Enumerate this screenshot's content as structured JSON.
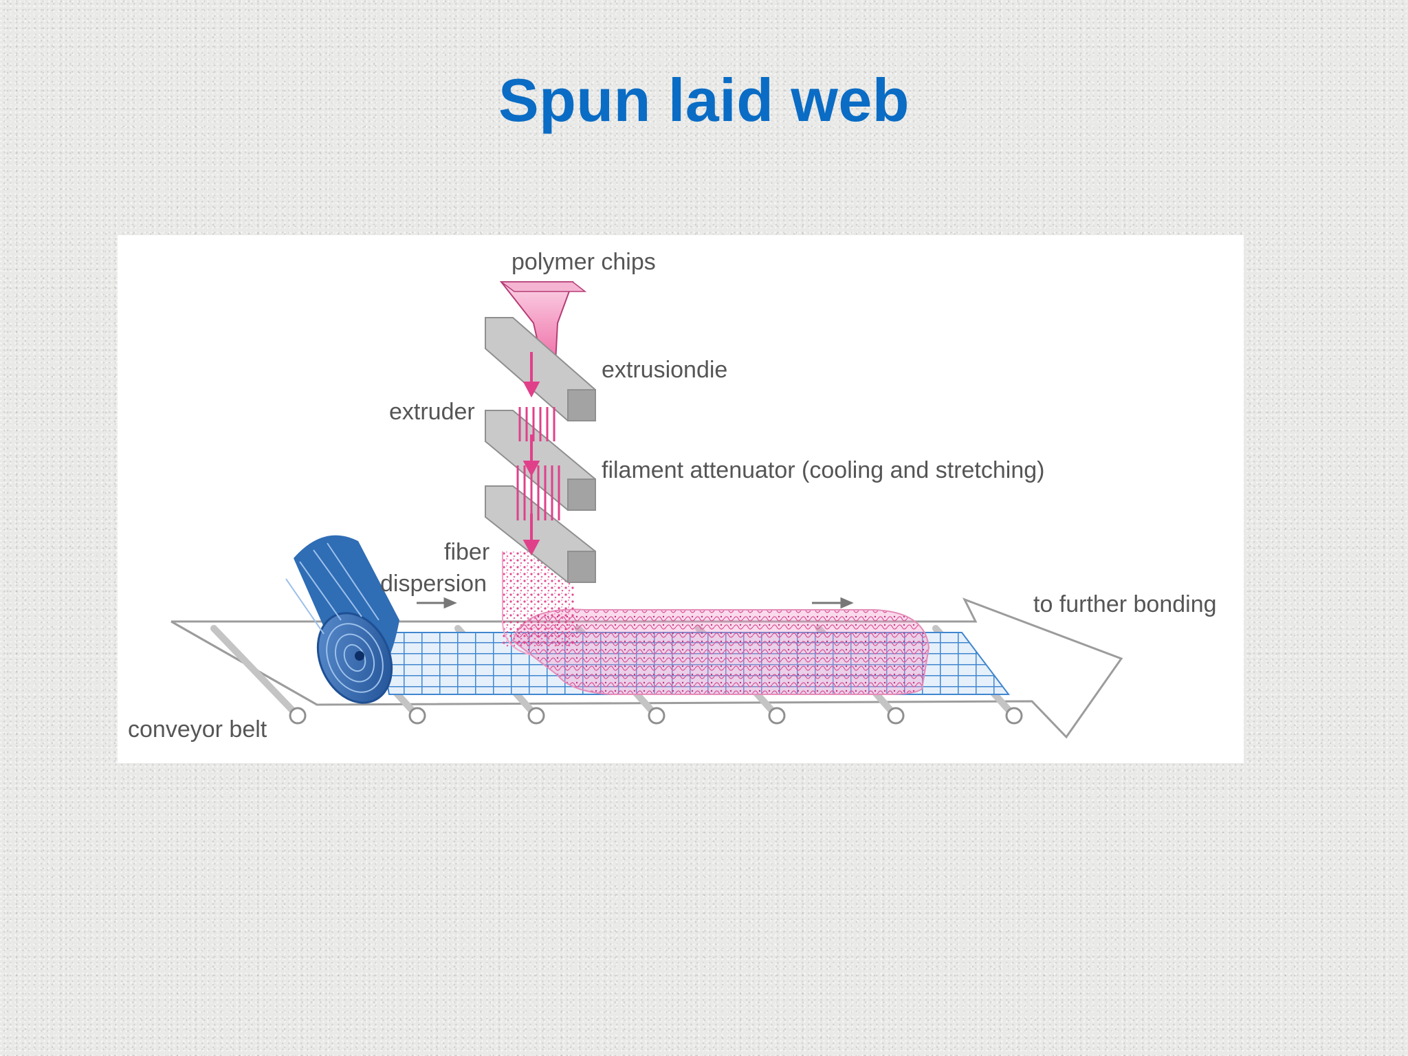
{
  "slide": {
    "title": "Spun laid web"
  },
  "diagram": {
    "labels": {
      "polymer_chips": "polymer chips",
      "extrusion_die": "extrusiondie",
      "extruder": "extruder",
      "filament_attenuator": "filament attenuator (cooling and stretching)",
      "fiber_dispersion_line1": "fiber",
      "fiber_dispersion_line2": "dispersion",
      "further_bonding": "to further bonding",
      "conveyor_belt": "conveyor belt"
    },
    "colors": {
      "title": "#0a6cc4",
      "roll": "#2f6db5",
      "mesh": "#3f86cf",
      "fibers": "#e0408a",
      "block": "#a9a9a9"
    }
  }
}
